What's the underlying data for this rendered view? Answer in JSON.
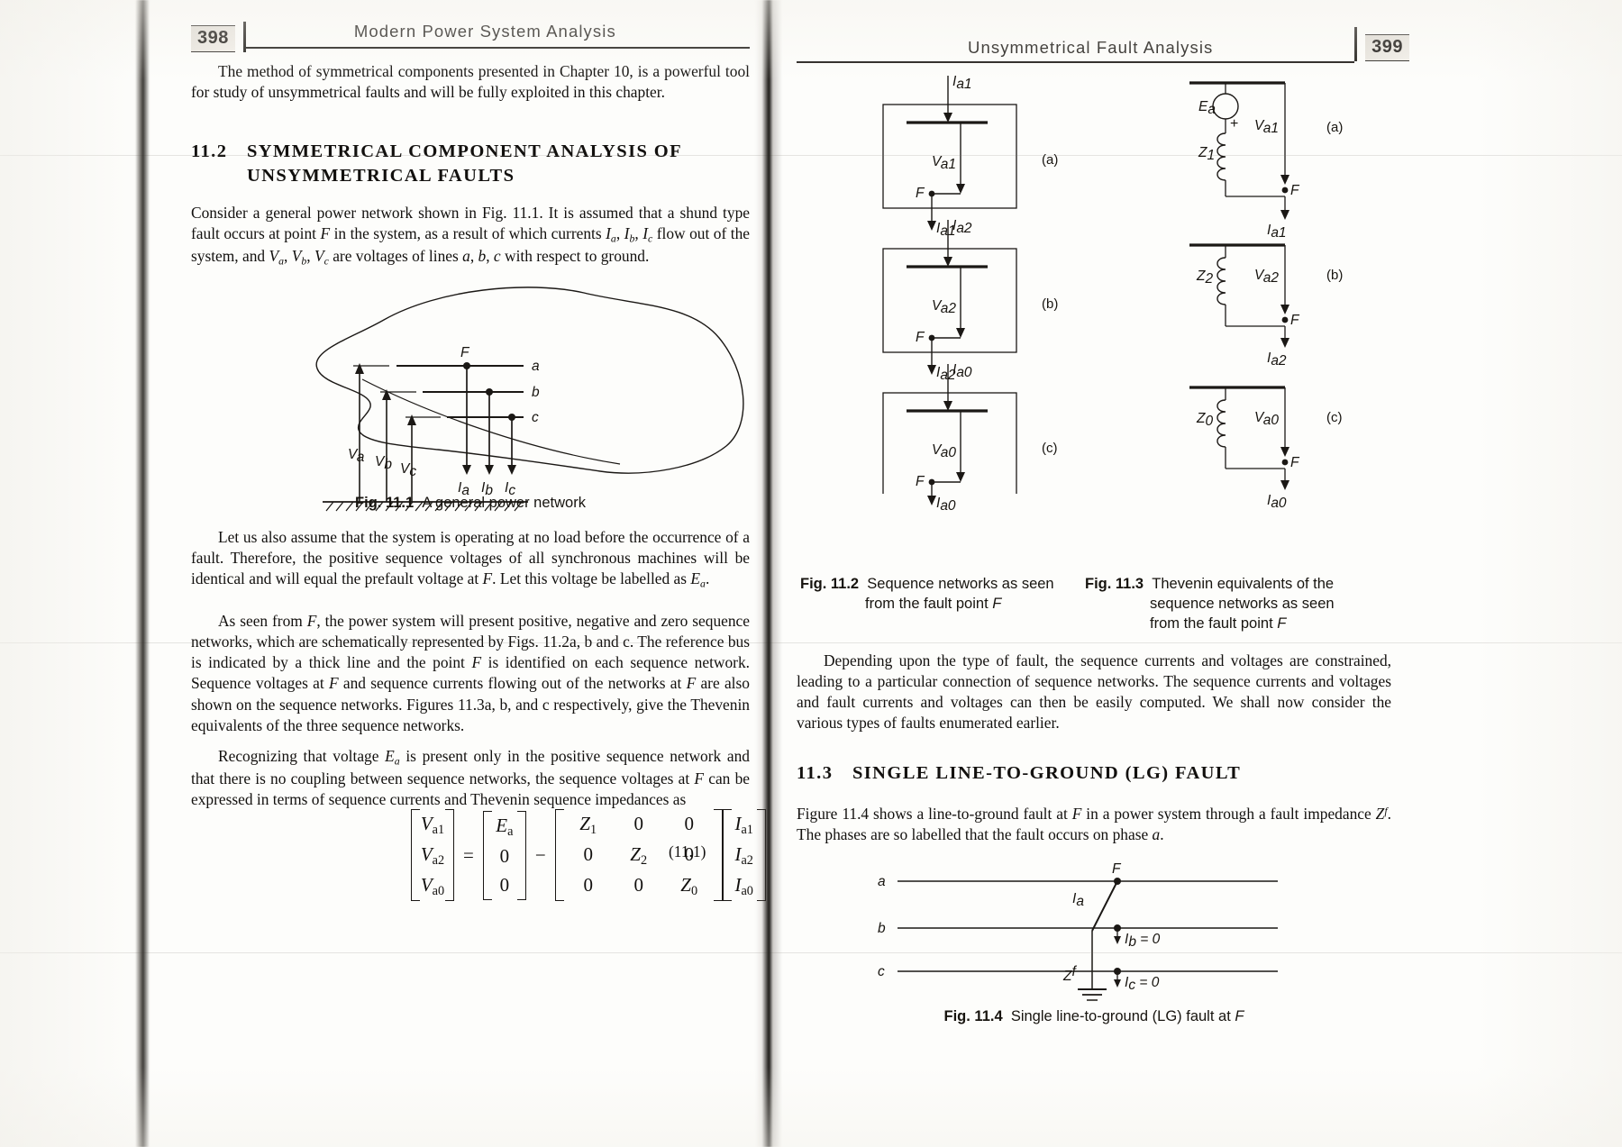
{
  "book": {
    "left_page": {
      "folio": "398",
      "running_title": "Modern Power System Analysis"
    },
    "right_page": {
      "folio": "399",
      "running_title": "Unsymmetrical Fault Analysis"
    }
  },
  "left": {
    "para_intro": "The method of symmetrical components presented in Chapter 10, is a powerful tool for study of unsymmetrical faults and will be fully exploited in this chapter.",
    "section_11_2": {
      "number": "11.2",
      "title_line1": "SYMMETRICAL COMPONENT ANALYSIS OF",
      "title_line2": "UNSYMMETRICAL FAULTS"
    },
    "para_consider_1": "Consider a general power network shown in Fig. 11.1. It is assumed that a shund type fault occurs at point ",
    "para_consider_2": " in the system, as a result of which currents ",
    "para_consider_3": " flow out of the system, and ",
    "para_consider_4": " are voltages of lines ",
    "para_consider_5": " with respect to ground.",
    "fig_11_1": {
      "number": "Fig. 11.1",
      "caption": "A general power network",
      "labels": {
        "fault_point": "F",
        "phase_a": "a",
        "phase_b": "b",
        "phase_c": "c",
        "v_a": "V",
        "v_a_sub": "a",
        "v_b": "V",
        "v_b_sub": "b",
        "v_c": "V",
        "v_c_sub": "c",
        "i_a": "I",
        "i_a_sub": "a",
        "i_b": "I",
        "i_b_sub": "b",
        "i_c": "I",
        "i_c_sub": "c"
      }
    },
    "para_noload": "Let us also assume that the system is operating at no load before the occurrence of a fault. Therefore, the positive sequence voltages of all synchronous machines will be identical and will equal the prefault voltage at F. Let this voltage be labelled as Ea.",
    "para_asseen": "As seen from F, the power system will present positive, negative and zero sequence networks, which are schematically represented by Figs. 11.2a, b and c. The reference bus is indicated by a thick line and the point F is identified on each sequence network. Sequence voltages at F and sequence currents flowing out of the networks at F are also shown on the sequence networks. Figures 11.3a, b, and c respectively, give the Thevenin equivalents of the three sequence networks.",
    "para_recog": "Recognizing that voltage Ea is present only in the positive sequence network and that there is no coupling between sequence networks, the sequence voltages at F can be expressed in terms of sequence currents and Thevenin sequence impedances as",
    "equation_11_1": {
      "number": "(11.1)",
      "lhs": [
        "V",
        "V",
        "V"
      ],
      "lhs_subs": [
        "a1",
        "a2",
        "a0"
      ],
      "source": [
        "E",
        "0",
        "0"
      ],
      "source_subs": [
        "a",
        "",
        ""
      ],
      "matrix": [
        [
          "Z",
          "0",
          "0"
        ],
        [
          "0",
          "Z",
          "0"
        ],
        [
          "0",
          "0",
          "Z"
        ]
      ],
      "matrix_subs": [
        [
          "1",
          "",
          ""
        ],
        [
          "",
          "2",
          ""
        ],
        [
          "",
          "",
          "0"
        ]
      ],
      "current": [
        "I",
        "I",
        "I"
      ],
      "current_subs": [
        "a1",
        "a2",
        "a0"
      ],
      "operator_equals": "=",
      "operator_minus": "−"
    }
  },
  "right": {
    "fig_11_2": {
      "number": "Fig. 11.2",
      "caption_line1": "Sequence networks as seen",
      "caption_line2": "from the fault point F",
      "panels": [
        {
          "tag": "(a)",
          "current": "I",
          "current_sub": "a1",
          "voltage": "V",
          "voltage_sub": "a1",
          "fault": "F",
          "out_current": "I",
          "out_current_sub": "a1"
        },
        {
          "tag": "(b)",
          "current": "I",
          "current_sub": "a2",
          "voltage": "V",
          "voltage_sub": "a2",
          "fault": "F",
          "out_current": "I",
          "out_current_sub": "a2"
        },
        {
          "tag": "(c)",
          "current": "I",
          "current_sub": "a0",
          "voltage": "V",
          "voltage_sub": "a0",
          "fault": "F",
          "out_current": "I",
          "out_current_sub": "a0"
        }
      ]
    },
    "fig_11_3": {
      "number": "Fig. 11.3",
      "caption_line1": "Thevenin equivalents of the",
      "caption_line2": "sequence networks as seen",
      "caption_line3": "from the fault point F",
      "panels": [
        {
          "tag": "(a)",
          "source": "E",
          "source_sub": "a",
          "polarity": "+",
          "impedance": "Z",
          "impedance_sub": "1",
          "voltage": "V",
          "voltage_sub": "a1",
          "fault": "F",
          "out_current": "I",
          "out_current_sub": "a1"
        },
        {
          "tag": "(b)",
          "source": "",
          "source_sub": "",
          "polarity": "",
          "impedance": "Z",
          "impedance_sub": "2",
          "voltage": "V",
          "voltage_sub": "a2",
          "fault": "F",
          "out_current": "I",
          "out_current_sub": "a2"
        },
        {
          "tag": "(c)",
          "source": "",
          "source_sub": "",
          "polarity": "",
          "impedance": "Z",
          "impedance_sub": "0",
          "voltage": "V",
          "voltage_sub": "a0",
          "fault": "F",
          "out_current": "I",
          "out_current_sub": "a0"
        }
      ]
    },
    "para_depending": "Depending upon the type of fault, the sequence currents and voltages are constrained, leading to a particular connection of sequence networks. The sequence currents and voltages and fault currents and voltages can then be easily computed. We shall now consider the various types of faults enumerated earlier.",
    "section_11_3": {
      "number": "11.3",
      "title": "SINGLE LINE-TO-GROUND (LG) FAULT"
    },
    "para_figure114_1": "Figure 11.4 shows a line-to-ground fault at ",
    "para_figure114_2": " in a power system through a fault impedance ",
    "para_figure114_3": ". The phases are so labelled that the fault occurs on phase ",
    "para_figure114_4": ".",
    "fig_11_4": {
      "number": "Fig. 11.4",
      "caption": "Single line-to-ground (LG) fault at F",
      "labels": {
        "phase_a": "a",
        "phase_b": "b",
        "phase_c": "c",
        "fault_point": "F",
        "i_a": "I",
        "i_a_sub": "a",
        "i_b_zero": "I",
        "i_b_sub": "b",
        "i_b_val": " = 0",
        "i_c_zero": "I",
        "i_c_sub": "c",
        "i_c_val": " = 0",
        "z_f": "Z",
        "z_f_sup": "f"
      }
    }
  },
  "colors": {
    "ink": "#1b1815",
    "paper": "#fdfdfb",
    "gutter": "#221f1b"
  }
}
